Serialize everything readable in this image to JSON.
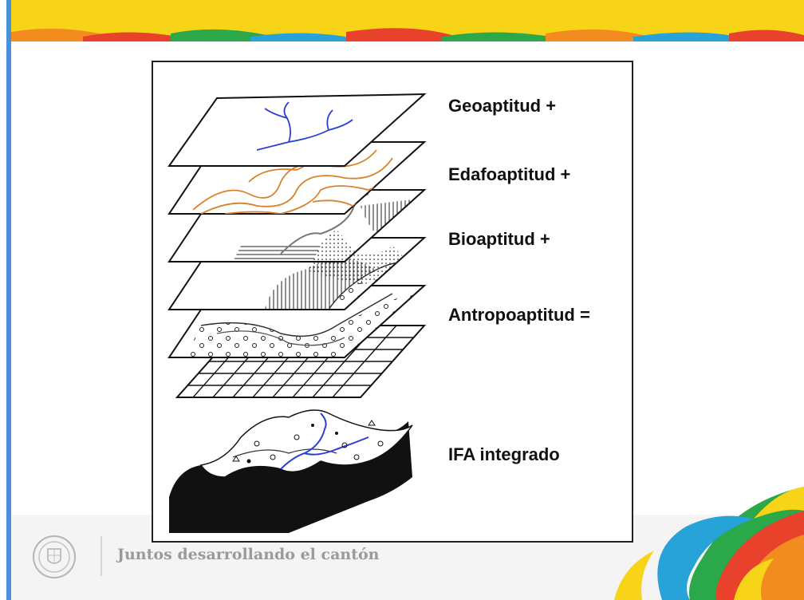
{
  "slide": {
    "footer_text": "Juntos desarrollando el cantón",
    "seal_icon": "municipal-seal-icon",
    "colors": {
      "accent_blue": "#4a90d9",
      "band_yellow": "#f7d417",
      "band_orange": "#f28c1e",
      "band_red": "#e8412c",
      "band_green": "#2aa84a",
      "band_blue": "#27a3d8",
      "river_blue": "#2b3fd6",
      "contour_orange": "#d9822b"
    }
  },
  "figure": {
    "labels": [
      "Geoaptitud +",
      "Edafoaptitud +",
      "Bioaptitud +",
      "Antropoaptitud  =",
      "IFA integrado"
    ]
  }
}
